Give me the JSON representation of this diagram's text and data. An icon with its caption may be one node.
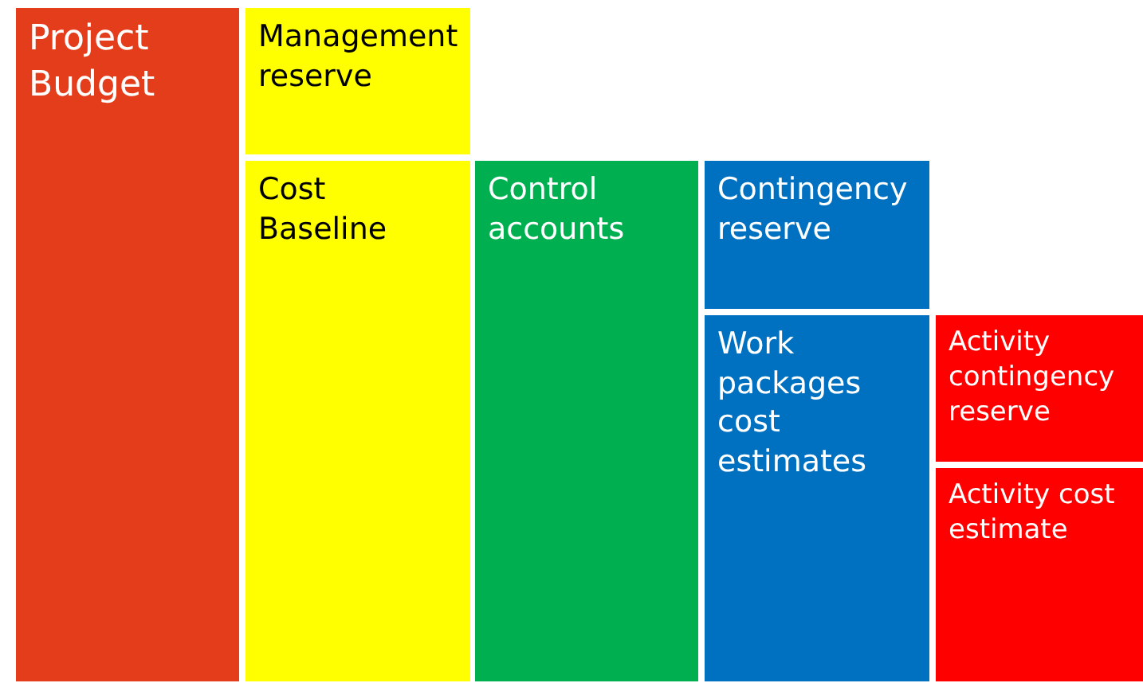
{
  "diagram": {
    "nodes": [
      {
        "text": [
          "Project Budget"
        ]
      },
      {
        "text": [
          "Management reserve"
        ]
      },
      {
        "text": [
          "Cost Baseline"
        ]
      },
      {
        "text": [
          "Control accounts"
        ]
      },
      {
        "text": [
          "Contingency reserve"
        ]
      },
      {
        "text": [
          "Work packages cost estimates"
        ]
      },
      {
        "text": [
          "Activity contingency reserve"
        ]
      },
      {
        "text": [
          "Activity cost estimate"
        ]
      }
    ]
  }
}
